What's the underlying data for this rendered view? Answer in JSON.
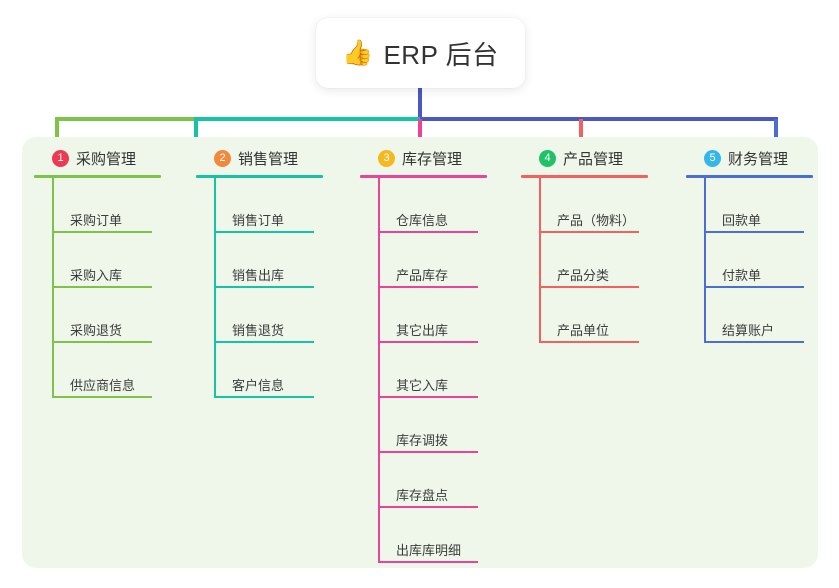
{
  "root": {
    "icon": "thumbs-up-icon",
    "emoji": "👍",
    "title": "ERP 后台"
  },
  "theme": {
    "canvas_background": "#eef7ea",
    "page_background": "#ffffff",
    "root_stem_color": "#4a57c4"
  },
  "columns": [
    {
      "badge": "1",
      "badge_color": "#ec3a52",
      "title": "采购管理",
      "line_color": "#7ec24a",
      "items": [
        {
          "label": "采购订单"
        },
        {
          "label": "采购入库"
        },
        {
          "label": "采购退货"
        },
        {
          "label": "供应商信息"
        }
      ]
    },
    {
      "badge": "2",
      "badge_color": "#f2883c",
      "title": "销售管理",
      "line_color": "#16c3a5",
      "items": [
        {
          "label": "销售订单"
        },
        {
          "label": "销售出库"
        },
        {
          "label": "销售退货"
        },
        {
          "label": "客户信息"
        }
      ]
    },
    {
      "badge": "3",
      "badge_color": "#f5b81e",
      "title": "库存管理",
      "line_color": "#e8459a",
      "items": [
        {
          "label": "仓库信息"
        },
        {
          "label": "产品库存"
        },
        {
          "label": "其它出库"
        },
        {
          "label": "其它入库"
        },
        {
          "label": "库存调拨"
        },
        {
          "label": "库存盘点"
        },
        {
          "label": "出库库明细"
        }
      ]
    },
    {
      "badge": "4",
      "badge_color": "#21c265",
      "title": "产品管理",
      "line_color": "#f2605f",
      "items": [
        {
          "label": "产品（物料）"
        },
        {
          "label": "产品分类"
        },
        {
          "label": "产品单位"
        }
      ]
    },
    {
      "badge": "5",
      "badge_color": "#35b6e8",
      "title": "财务管理",
      "line_color": "#4a6fd1",
      "items": [
        {
          "label": "回款单"
        },
        {
          "label": "付款单"
        },
        {
          "label": "结算账户"
        }
      ]
    }
  ]
}
